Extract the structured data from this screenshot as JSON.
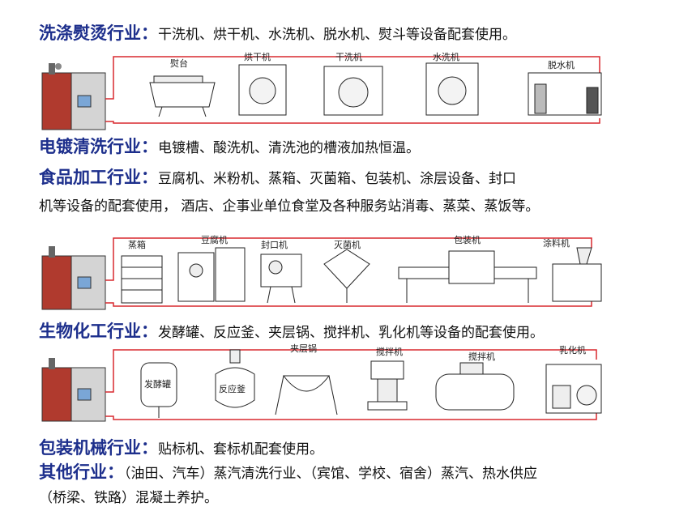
{
  "sections": {
    "laundry": {
      "heading": "洗涤熨烫行业：",
      "text": "干洗机、烘干机、水洗机、脱水机、熨斗等设备配套使用。",
      "equipment": [
        "熨台",
        "烘干机",
        "干洗机",
        "水洗机",
        "脱水机"
      ]
    },
    "electroplating": {
      "heading": "电镀清洗行业：",
      "text": "电镀槽、酸洗机、清洗池的槽液加热恒温。"
    },
    "food": {
      "heading": "食品加工行业：",
      "text_line1": "豆腐机、米粉机、蒸箱、灭菌箱、包装机、涂层设备、封口",
      "text_line2": "机等设备的配套使用， 酒店、企事业单位食堂及各种服务站消毒、蒸菜、蒸饭等。",
      "equipment": [
        "蒸箱",
        "豆腐机",
        "封口机",
        "灭菌机",
        "包装机",
        "涂料机"
      ]
    },
    "biochem": {
      "heading": "生物化工行业：",
      "text": "发酵罐、反应釜、夹层锅、搅拌机、乳化机等设备的配套使用。",
      "equipment": [
        "夹层锅",
        "搅拌机",
        "搅拌机",
        "乳化机"
      ],
      "tank_labels": [
        "发酵罐",
        "反应釜"
      ]
    },
    "packaging": {
      "heading": "包装机械行业：",
      "text": "贴标机、套标机配套使用。"
    },
    "other": {
      "heading": "其他行业：",
      "text_line1": "（油田、汽车）蒸汽清洗行业、（宾馆、学校、宿舍）蒸汽、热水供应",
      "text_line2": "（桥梁、铁路）混凝土养护。"
    }
  },
  "colors": {
    "heading": "#1d2f8c",
    "boiler_red": "#c0392b",
    "pipe_red": "#d9282f",
    "outline": "#222222"
  }
}
